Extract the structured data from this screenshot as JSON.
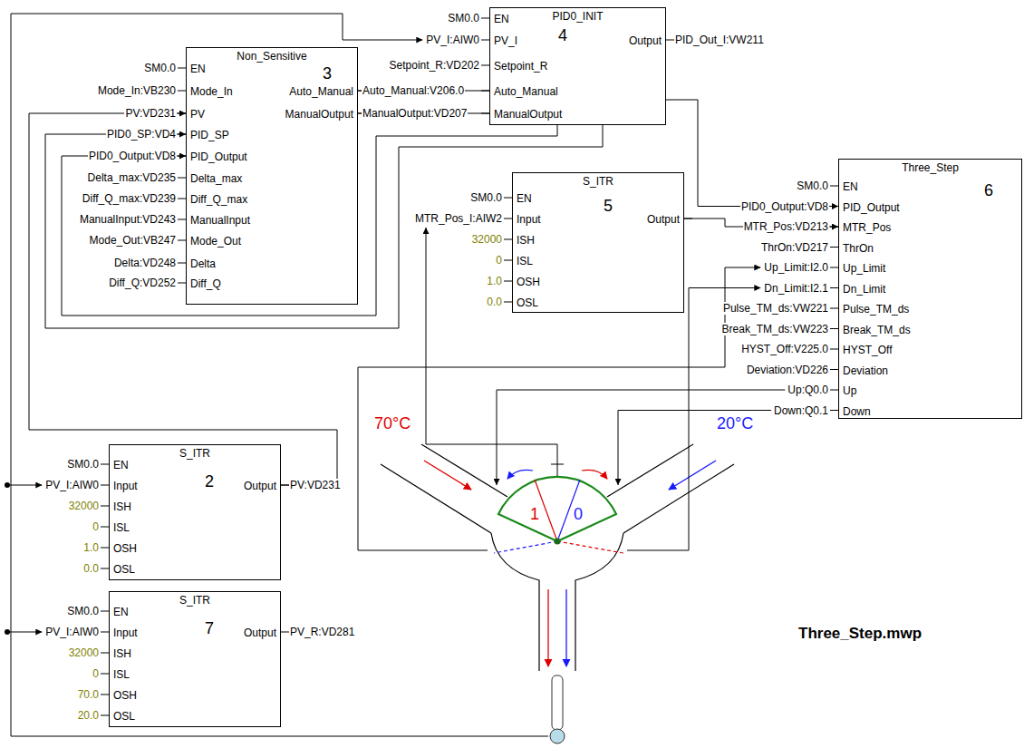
{
  "diagram": {
    "nodes": [
      {
        "text": [
          "Non_Sensitive",
          "3",
          "EN",
          "Mode_In",
          "PV",
          "PID_SP",
          "PID_Output",
          "Delta_max",
          "Diff_Q_max",
          "ManualInput",
          "Mode_Out",
          "Delta",
          "Diff_Q",
          "Auto_Manual",
          "ManualOutput"
        ]
      },
      {
        "text": [
          "PID0_INIT",
          "4",
          "EN",
          "PV_I",
          "Setpoint_R",
          "Auto_Manual",
          "ManualOutput",
          "Output"
        ]
      },
      {
        "text": [
          "S_ITR",
          "5",
          "EN",
          "Input",
          "ISH",
          "ISL",
          "OSH",
          "OSL",
          "Output"
        ]
      },
      {
        "text": [
          "Three_Step",
          "6",
          "EN",
          "PID_Output",
          "MTR_Pos",
          "ThrOn",
          "Up_Limit",
          "Dn_Limit",
          "Pulse_TM_ds",
          "Break_TM_ds",
          "HYST_Off",
          "Deviation",
          "Up",
          "Down"
        ]
      },
      {
        "text": [
          "S_ITR",
          "2",
          "EN",
          "Input",
          "ISH",
          "ISL",
          "OSH",
          "OSL",
          "Output"
        ]
      },
      {
        "text": [
          "S_ITR",
          "7",
          "EN",
          "Input",
          "ISH",
          "ISL",
          "OSH",
          "OSL",
          "Output"
        ]
      }
    ],
    "edges": [
      {
        "from": 0,
        "to": 1,
        "arrow": "none"
      },
      {
        "from": 0,
        "to": 1,
        "arrow": "none"
      },
      {
        "from": 1,
        "to": 0,
        "arrow": "to"
      },
      {
        "from": 1,
        "to": 0,
        "arrow": "to"
      },
      {
        "from": 4,
        "to": 0,
        "arrow": "to"
      },
      {
        "from": 1,
        "to": 3,
        "arrow": "to"
      },
      {
        "from": 2,
        "to": 3,
        "arrow": "to"
      }
    ],
    "labels": [
      "SM0.0",
      "Mode_In:VB230",
      "PV:VD231",
      "PID0_SP:VD4",
      "PID0_Output:VD8",
      "Delta_max:VD235",
      "Diff_Q_max:VD239",
      "ManualInput:VD243",
      "Mode_Out:VB247",
      "Delta:VD248",
      "Diff_Q:VD252",
      "Auto_Manual:V206.0",
      "ManualOutput:VD207",
      "SM0.0",
      "PV_I:AIW0",
      "Setpoint_R:VD202",
      "PID_Out_I:VW211",
      "SM0.0",
      "MTR_Pos_I:AIW2",
      "32000",
      "0",
      "1.0",
      "0.0",
      "SM0.0",
      "PID0_Output:VD8",
      "MTR_Pos:VD213",
      "ThrOn:VD217",
      "Up_Limit:I2.0",
      "Dn_Limit:I2.1",
      "Pulse_TM_ds:VW221",
      "Break_TM_ds:VW223",
      "HYST_Off:V225.0",
      "Deviation:VD226",
      "Up:Q0.0",
      "Down:Q0.1",
      "SM0.0",
      "PV_I:AIW0",
      "32000",
      "0",
      "1.0",
      "0.0",
      "PV:VD231",
      "SM0.0",
      "PV_I:AIW0",
      "32000",
      "0",
      "70.0",
      "20.0",
      "PV_R:VD281",
      "70°C",
      "20°C",
      "1",
      "0",
      "Three_Step.mwp"
    ]
  }
}
